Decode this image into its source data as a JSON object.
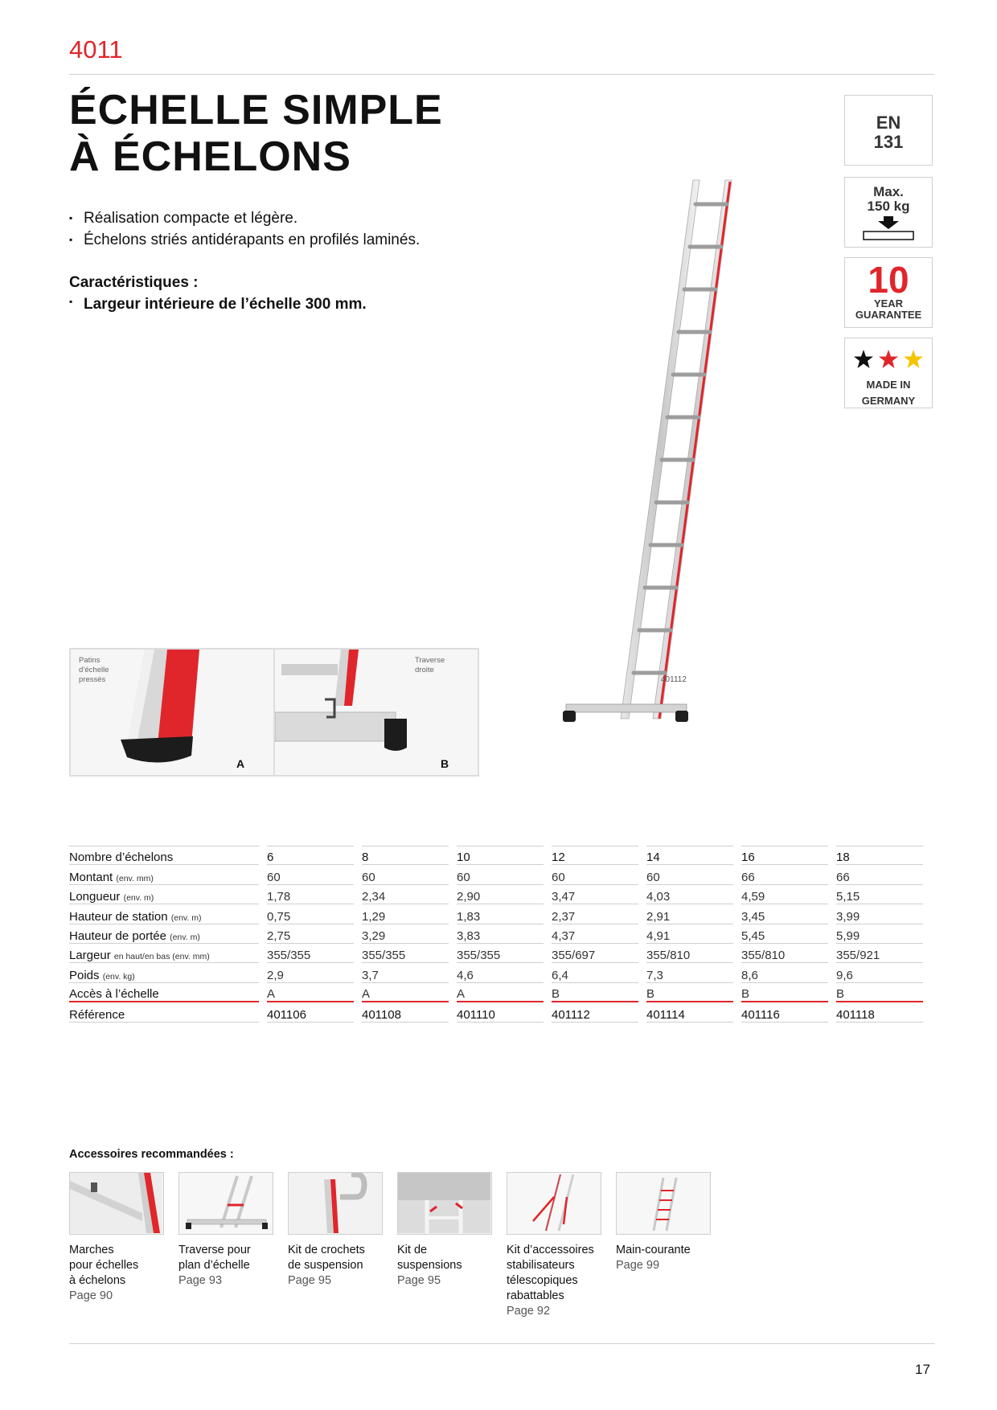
{
  "header": {
    "code": "4011",
    "title_line1": "ÉCHELLE SIMPLE",
    "title_line2": "À ÉCHELONS"
  },
  "features": [
    "Réalisation compacte et légère.",
    "Échelons striés antidérapants en profilés laminés."
  ],
  "characteristics": {
    "title": "Caractéristiques :",
    "items": [
      "Largeur intérieure de l’échelle 300 mm."
    ]
  },
  "badges": {
    "norm_line1": "EN",
    "norm_line2": "131",
    "load_line1": "Max.",
    "load_line2": "150 kg",
    "guarantee_number": "10",
    "guarantee_line1": "YEAR",
    "guarantee_line2": "GUARANTEE",
    "made_line1": "MADE IN",
    "made_line2": "GERMANY"
  },
  "details": [
    {
      "caption": "Patins\nd’échelle\npressés",
      "letter": "A"
    },
    {
      "caption": "Traverse\ndroite",
      "letter": "B"
    }
  ],
  "product_image_ref": "401112",
  "colors": {
    "accent": "#e0262b",
    "rule": "#cfcfcf"
  },
  "spec_table": {
    "rows": [
      {
        "label": "Nombre d’échelons",
        "unit": "",
        "values": [
          "6",
          "8",
          "10",
          "12",
          "14",
          "16",
          "18"
        ]
      },
      {
        "label": "Montant",
        "unit": "(env. mm)",
        "values": [
          "60",
          "60",
          "60",
          "60",
          "60",
          "66",
          "66"
        ]
      },
      {
        "label": "Longueur",
        "unit": "(env. m)",
        "values": [
          "1,78",
          "2,34",
          "2,90",
          "3,47",
          "4,03",
          "4,59",
          "5,15"
        ]
      },
      {
        "label": "Hauteur de station",
        "unit": "(env. m)",
        "values": [
          "0,75",
          "1,29",
          "1,83",
          "2,37",
          "2,91",
          "3,45",
          "3,99"
        ]
      },
      {
        "label": "Hauteur de portée",
        "unit": "(env. m)",
        "values": [
          "2,75",
          "3,29",
          "3,83",
          "4,37",
          "4,91",
          "5,45",
          "5,99"
        ]
      },
      {
        "label": "Largeur",
        "unit": "en haut/en bas (env. mm)",
        "values": [
          "355/355",
          "355/355",
          "355/355",
          "355/697",
          "355/810",
          "355/810",
          "355/921"
        ]
      },
      {
        "label": "Poids",
        "unit": "(env. kg)",
        "values": [
          "2,9",
          "3,7",
          "4,6",
          "6,4",
          "7,3",
          "8,6",
          "9,6"
        ]
      },
      {
        "label": "Accès à l’échelle",
        "unit": "",
        "values": [
          "A",
          "A",
          "A",
          "B",
          "B",
          "B",
          "B"
        ]
      },
      {
        "label": "Référence",
        "unit": "",
        "values": [
          "401106",
          "401108",
          "401110",
          "401112",
          "401114",
          "401116",
          "401118"
        ]
      }
    ]
  },
  "accessories": {
    "title": "Accessoires recommandées :",
    "items": [
      {
        "name": "Marches\npour échelles\nà échelons",
        "page": "Page 90"
      },
      {
        "name": "Traverse pour\nplan d’échelle",
        "page": "Page 93"
      },
      {
        "name": "Kit de crochets\nde suspension",
        "page": "Page 95"
      },
      {
        "name": "Kit de\nsuspensions",
        "page": "Page 95"
      },
      {
        "name": "Kit d’accessoires\nstabilisateurs\ntélescopiques\nrabattables",
        "page": "Page 92"
      },
      {
        "name": "Main-courante",
        "page": "Page 99"
      }
    ]
  },
  "footer": {
    "page_number": "17"
  }
}
